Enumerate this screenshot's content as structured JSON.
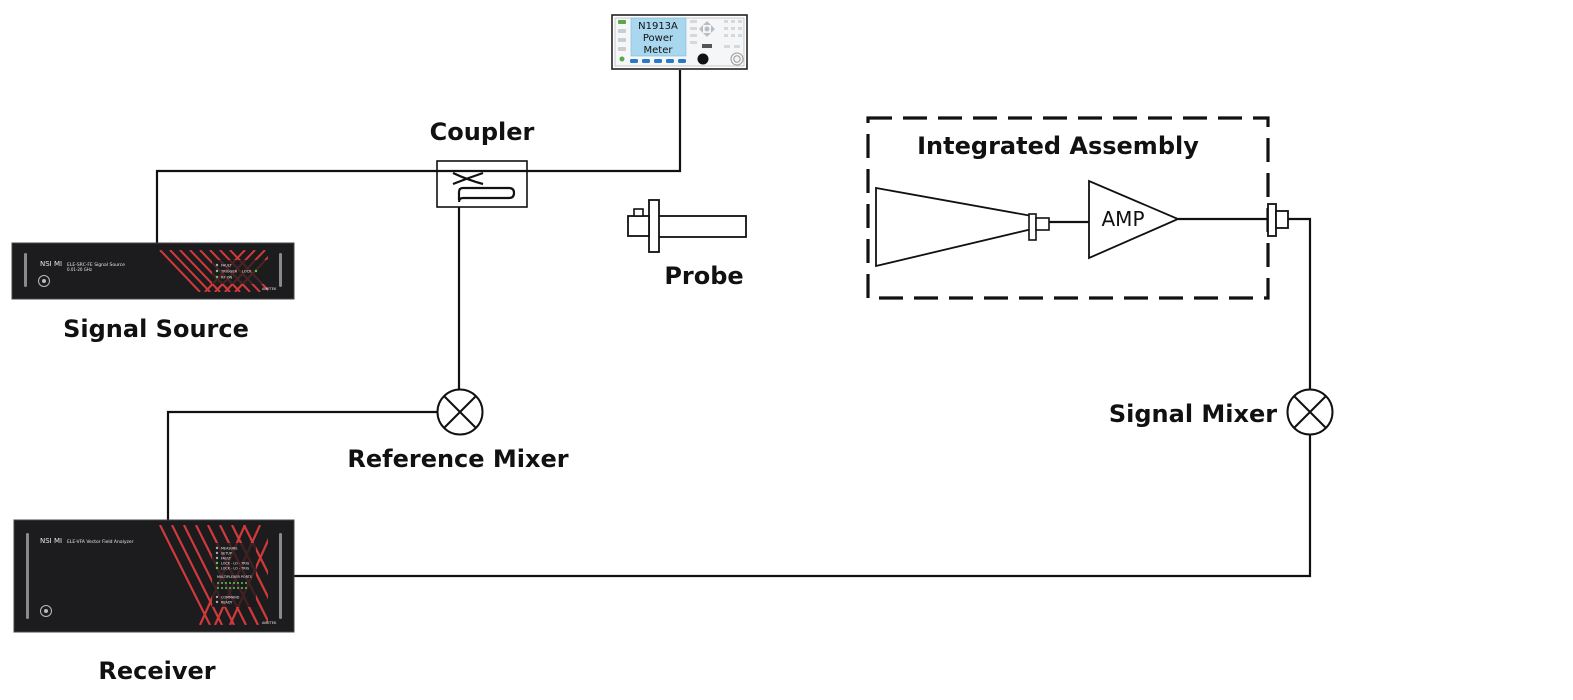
{
  "labels": {
    "coupler": "Coupler",
    "probe": "Probe",
    "integrated_assembly": "Integrated Assembly",
    "signal_source": "Signal Source",
    "reference_mixer": "Reference Mixer",
    "signal_mixer": "Signal Mixer",
    "receiver": "Receiver"
  },
  "power_meter": {
    "model": "N1913A",
    "line2": "Power",
    "line3": "Meter"
  },
  "amplifier": {
    "label": "AMP"
  },
  "signal_source_device": {
    "brand": "NSI MI",
    "title": "ELE-SRC-FE Signal Source",
    "subtitle": "0.01-20 GHz",
    "indicators": [
      "FAULT",
      "TRIGGER",
      "RF ON"
    ],
    "lock": "LOCK",
    "maker": "AMETEK"
  },
  "receiver_device": {
    "brand": "NSI MI",
    "title": "ELE-VFA Vector Field Analyzer",
    "indicators": [
      "MEASURE",
      "SETUP",
      "FAULT",
      "LOCK - LO - TRIG",
      "LOCK - LO - TRIG"
    ],
    "ports_title": "MULTIPLEXER PORTS",
    "status": [
      "COMMAND",
      "READY"
    ],
    "maker": "AMETEK"
  },
  "colors": {
    "line": "#111111",
    "rack_body": "#1c1c1e",
    "rack_stripe": "#d23a3a",
    "brand_blue": "#2f8fd8",
    "meter_screen": "#a9d7ee",
    "meter_button": "#2a78c8"
  }
}
